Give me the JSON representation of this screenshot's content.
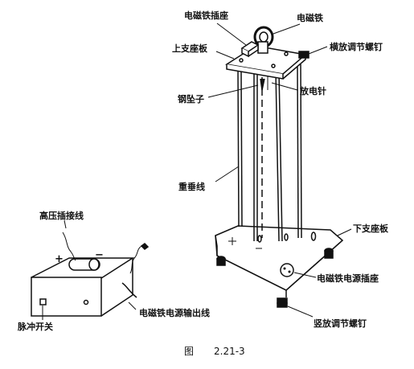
{
  "labels": {
    "electromagnet_socket": "电磁铁插座",
    "electromagnet": "电磁铁",
    "upper_plate": "上支座板",
    "horizontal_screw": "横放调节螺钉",
    "steel_bob": "钢坠子",
    "discharge_needle": "放电针",
    "plumb_line": "重垂线",
    "hv_cable": "高压插接线",
    "lower_plate": "下支座板",
    "power_socket": "电磁铁电源插座",
    "output_line": "电磁铁电源输出线",
    "pulse_switch": "脉冲开关",
    "vertical_screw": "竖放调节螺钉"
  },
  "symbols": {
    "plus": "+",
    "minus": "−"
  },
  "caption": {
    "prefix": "图",
    "number": "2.21-3"
  }
}
